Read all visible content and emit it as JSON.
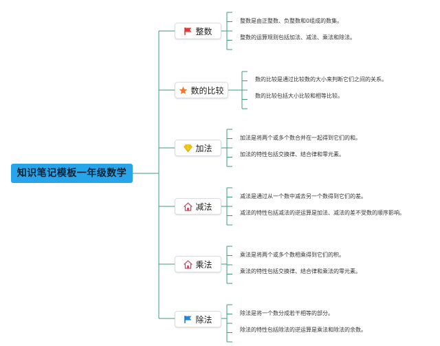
{
  "root": {
    "label": "知识笔记模板一年级数学"
  },
  "branches": [
    {
      "label": "整数",
      "icon": "red-flag-icon",
      "notes": [
        "整数是由正整数、负整数和0组成的数集。",
        "整数的运算规则包括加法、减法、乘法和除法。"
      ]
    },
    {
      "label": "数的比较",
      "icon": "orange-star-icon",
      "notes": [
        "数的比较是通过比较数的大小来判断它们之间的关系。",
        "数的比较包括大小比较和相等比较。"
      ]
    },
    {
      "label": "加法",
      "icon": "yellow-gem-icon",
      "notes": [
        "加法是将两个或多个数合并在一起得到它们的和。",
        "加法的特性包括交换律、结合律和零元素。"
      ]
    },
    {
      "label": "减法",
      "icon": "house-icon",
      "notes": [
        "减法是通过从一个数中减去另一个数得到它们的差。",
        "减法的特性包括减法的逆运算是加法、减法的差不受数的顺序影响。"
      ]
    },
    {
      "label": "乘法",
      "icon": "house-icon",
      "notes": [
        "乘法是将两个或多个数相乘得到它们的积。",
        "乘法的特性包括交换律、结合律和乘法的零元素。"
      ]
    },
    {
      "label": "除法",
      "icon": "blue-flag-icon",
      "notes": [
        "除法是将一个数分成若干相等的部分。",
        "除法的特性包括除法的逆运算是乘法和除法的余数。"
      ]
    }
  ],
  "colors": {
    "connector": "#3e9a7e",
    "root_fill": "#27a4ea"
  }
}
